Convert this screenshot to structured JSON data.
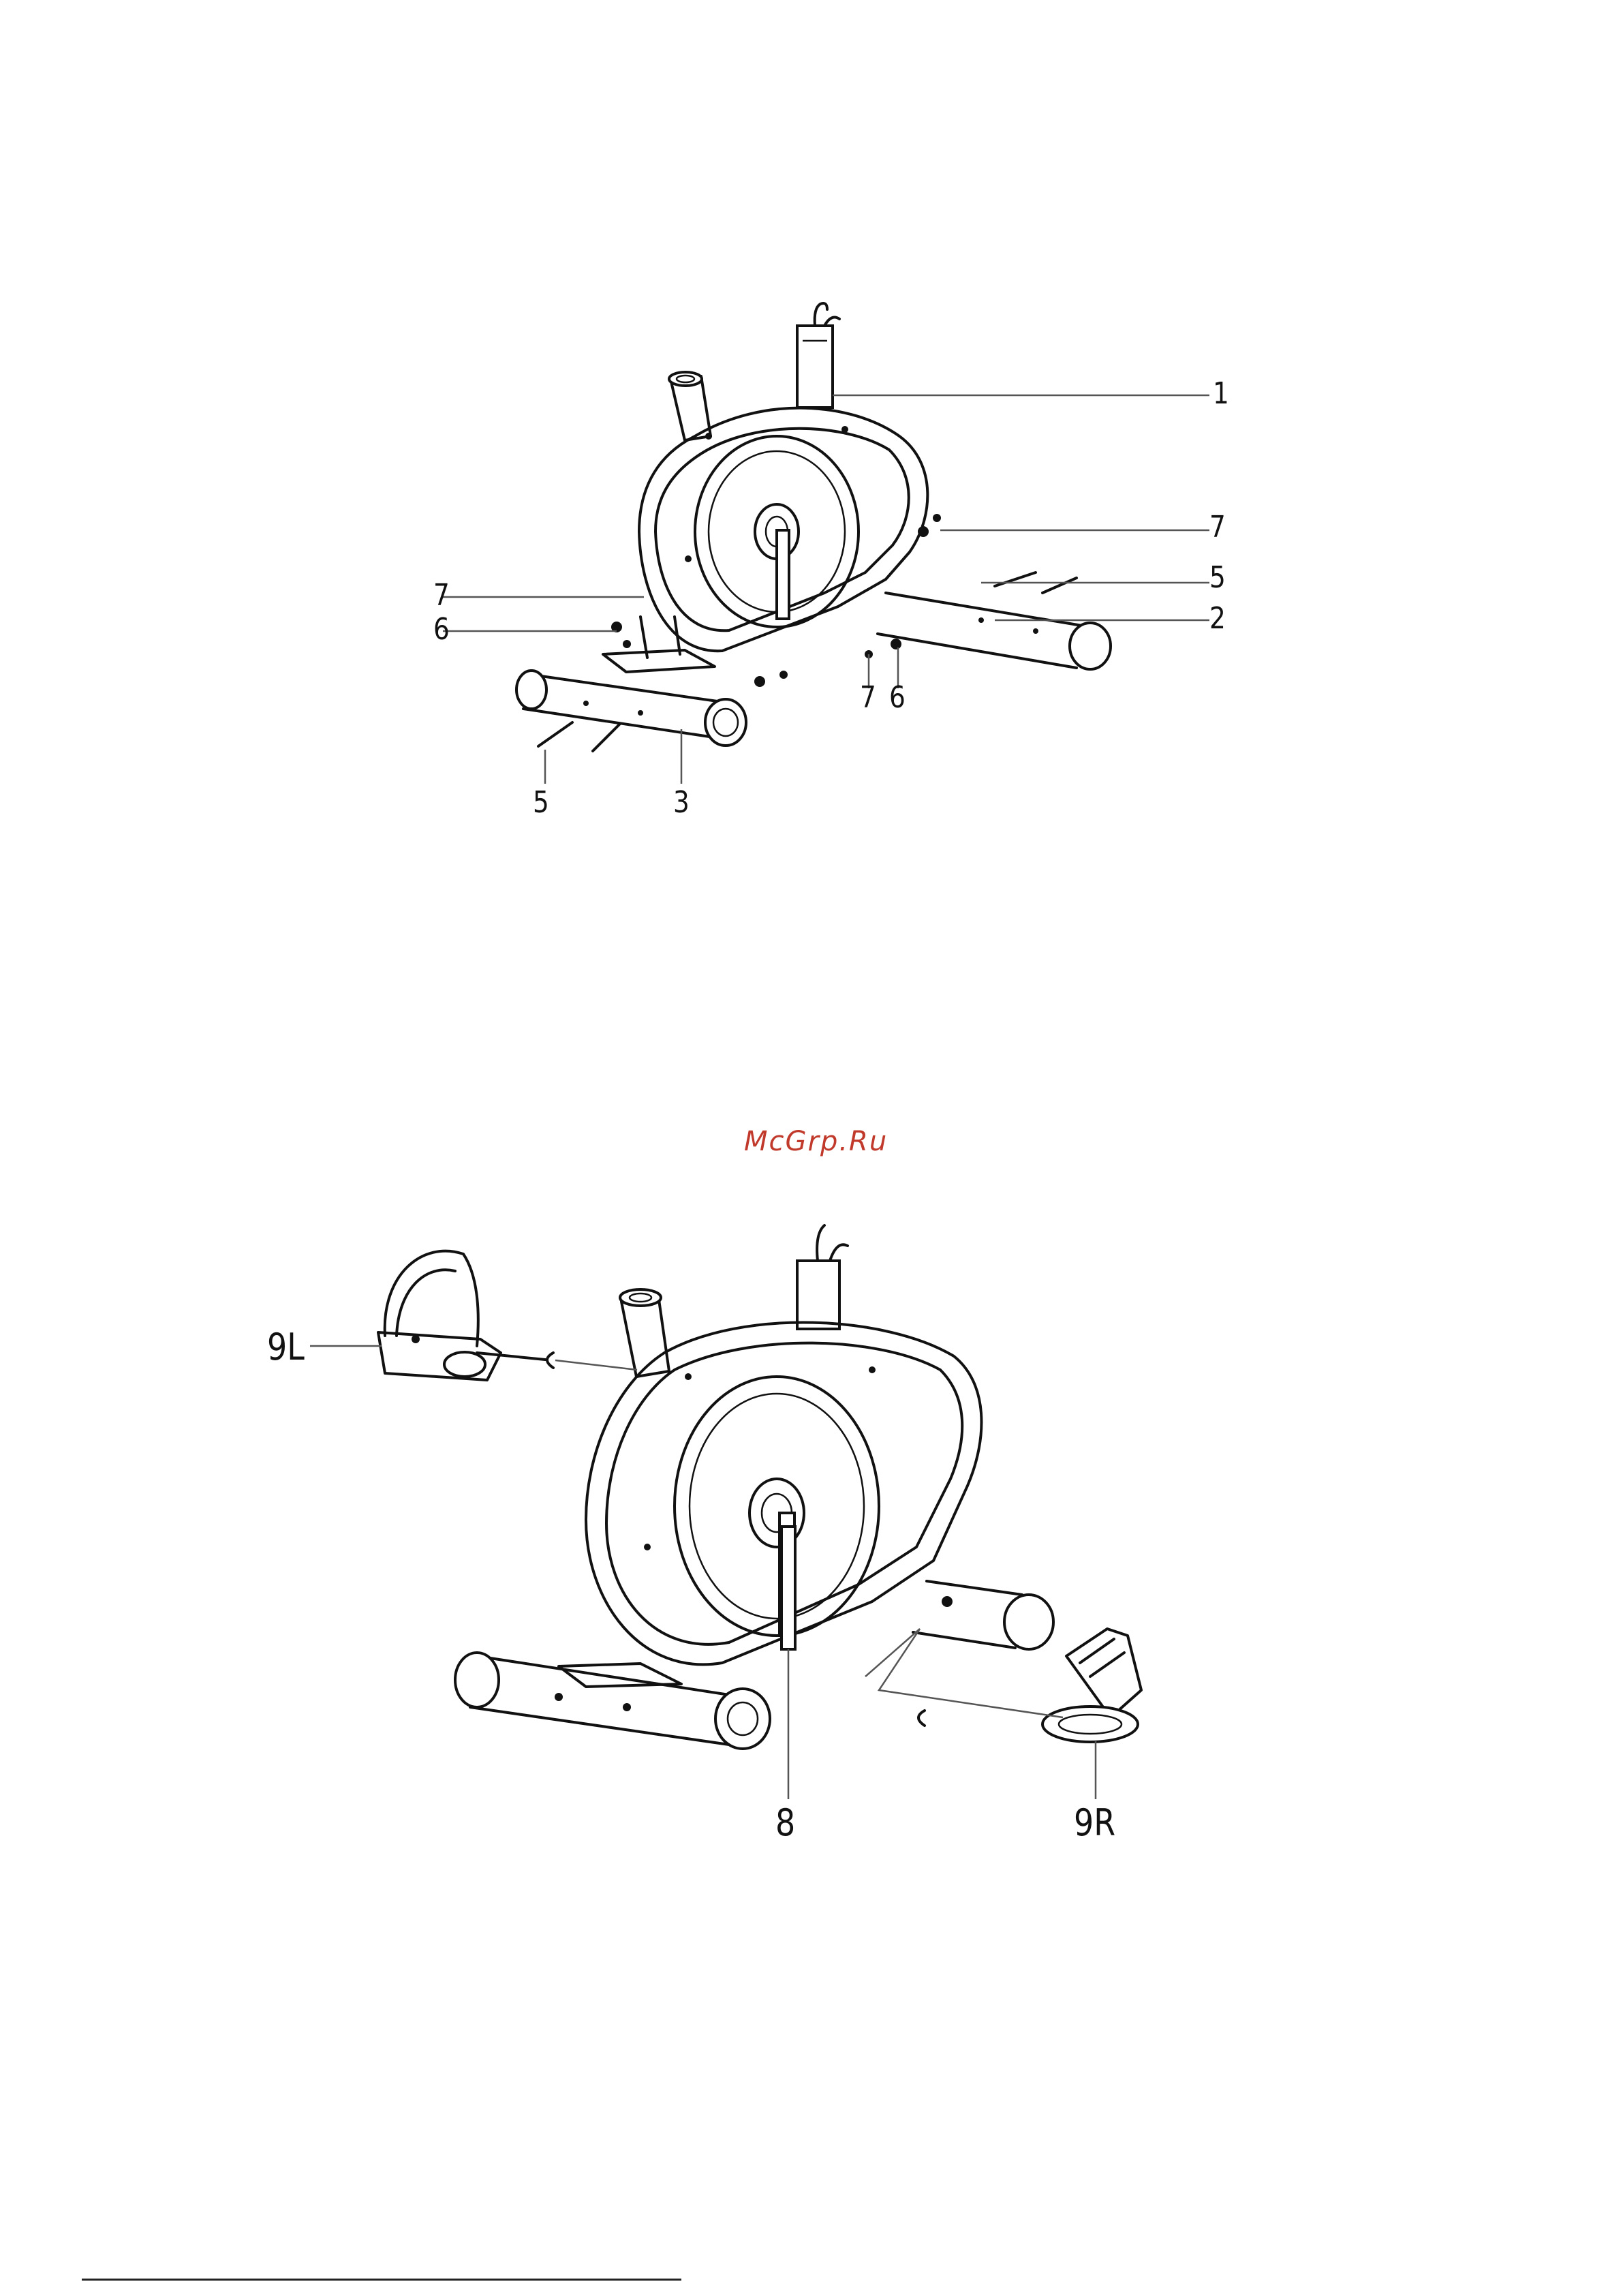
{
  "watermark": {
    "text": "McGrp.Ru",
    "color": "#c0392b"
  },
  "ink_color": "#111111",
  "step1": {
    "callouts": {
      "c1": "1",
      "c7a": "7",
      "c5a": "5",
      "c2": "2",
      "c7b": "7",
      "c6a": "6",
      "c7c": "7",
      "c6b": "6",
      "c5b": "5",
      "c3": "3"
    }
  },
  "step2": {
    "callouts": {
      "c9L": "9L",
      "c8": "8",
      "c9R": "9R"
    }
  }
}
